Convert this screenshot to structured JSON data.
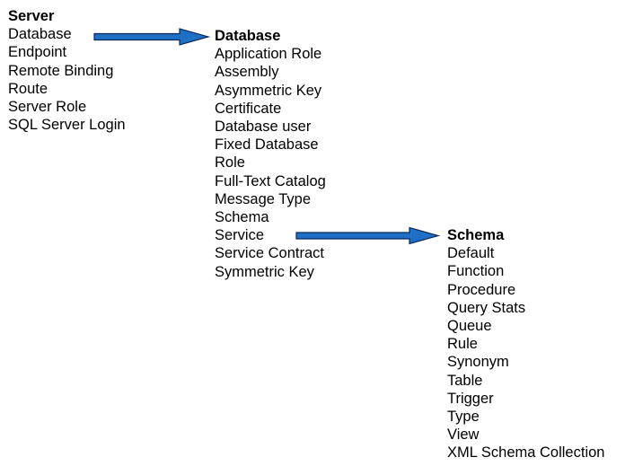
{
  "server": {
    "heading": "Server",
    "items": [
      "Database",
      "Endpoint",
      "Remote Binding",
      "Route",
      "Server Role",
      "SQL Server Login"
    ]
  },
  "database": {
    "heading": "Database",
    "items": [
      "Application Role",
      "Assembly",
      "Asymmetric Key",
      "Certificate",
      "Database user",
      "Fixed Database",
      "Role",
      "Full-Text Catalog",
      "Message Type",
      "Schema",
      "Service",
      "Service Contract",
      "Symmetric Key"
    ]
  },
  "schema": {
    "heading": "Schema",
    "items": [
      "Default",
      "Function",
      "Procedure",
      "Query Stats",
      "Queue",
      "Rule",
      "Synonym",
      "Table",
      "Trigger",
      "Type",
      "View",
      "XML Schema Collection"
    ]
  },
  "colors": {
    "arrow_fill": "#1F6FC5",
    "arrow_stroke": "#0A2A5C",
    "text": "#000000"
  }
}
